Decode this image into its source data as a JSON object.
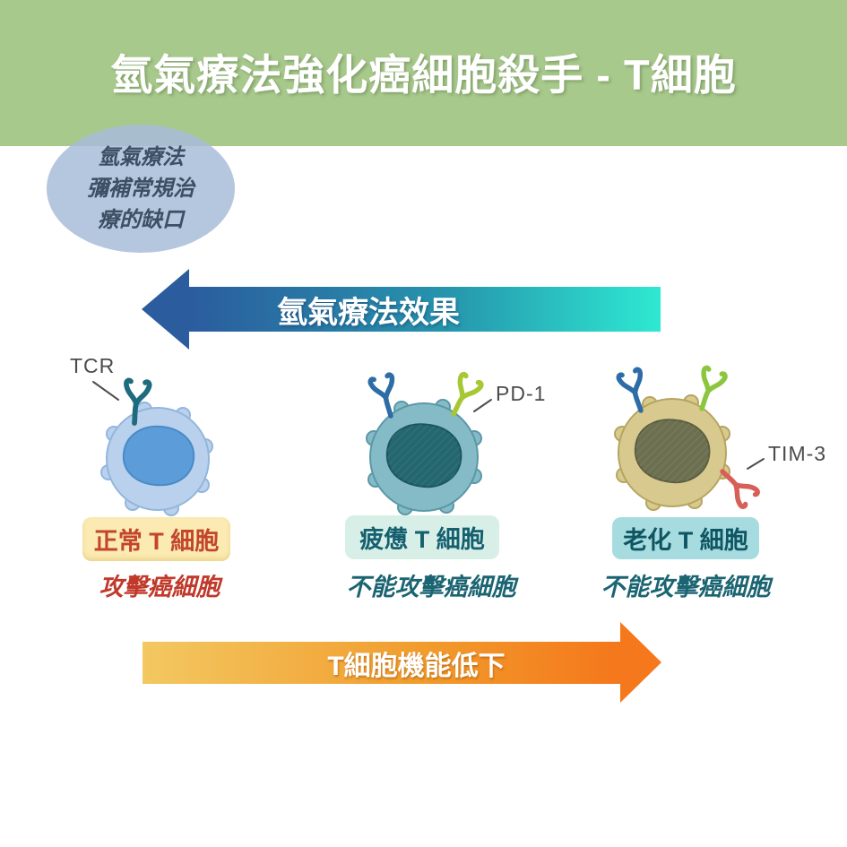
{
  "header": {
    "title": "氫氣療法強化癌細胞殺手 - T細胞"
  },
  "bubble": {
    "line1": "氫氣療法",
    "line2": "彌補常規治",
    "line3": "療的缺口"
  },
  "effect_arrow": {
    "label": "氫氣療法效果"
  },
  "decline_arrow": {
    "label": "T細胞機能低下"
  },
  "cells": [
    {
      "type": "normal",
      "receptor_label": "TCR",
      "name": "正常 T 細胞",
      "status": "攻擊癌細胞"
    },
    {
      "type": "exhausted",
      "receptor_label": "PD-1",
      "name": "疲憊 T 細胞",
      "status": "不能攻擊癌細胞"
    },
    {
      "type": "senescent",
      "receptor_label": "TIM-3",
      "name": "老化 T 細胞",
      "status": "不能攻擊癌細胞"
    }
  ],
  "colors": {
    "header_green": "#a8c98c",
    "bubble_blue": "#aabcd9",
    "effect_arrow_start": "#2b5c9e",
    "effect_arrow_end": "#2ee9d2",
    "decline_arrow_start": "#f3c861",
    "decline_arrow_end": "#f5771b",
    "normal_box_bg": "#fbeab1",
    "normal_text": "#c2452c",
    "exhausted_box_bg": "#d8efe8",
    "senescent_box_bg": "#a6dbe0",
    "teal_text": "#1b6472"
  }
}
